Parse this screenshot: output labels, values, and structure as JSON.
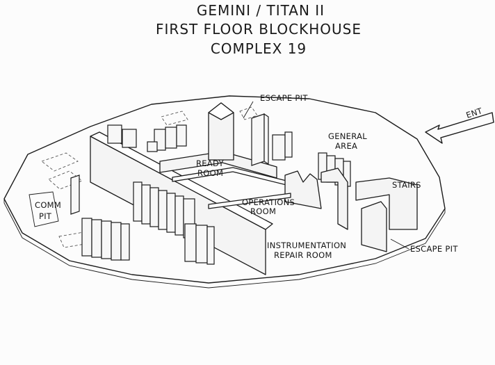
{
  "title": {
    "line1": "GEMINI / TITAN II",
    "line2": "FIRST FLOOR BLOCKHOUSE",
    "line3": "COMPLEX 19"
  },
  "labels": {
    "escape_pit_top": "ESCAPE PIT",
    "entrance": "ENT",
    "general_area_1": "GENERAL",
    "general_area_2": "AREA",
    "ready_room_1": "READY",
    "ready_room_2": "ROOM",
    "stairs": "STAIRS",
    "comm_pit_1": "COMM",
    "comm_pit_2": "PIT",
    "operations_room_1": "OPERATIONS",
    "operations_room_2": "ROOM",
    "instrumentation_1": "INSTRUMENTATION",
    "instrumentation_2": "REPAIR ROOM",
    "escape_pit_right": "ESCAPE PIT"
  }
}
